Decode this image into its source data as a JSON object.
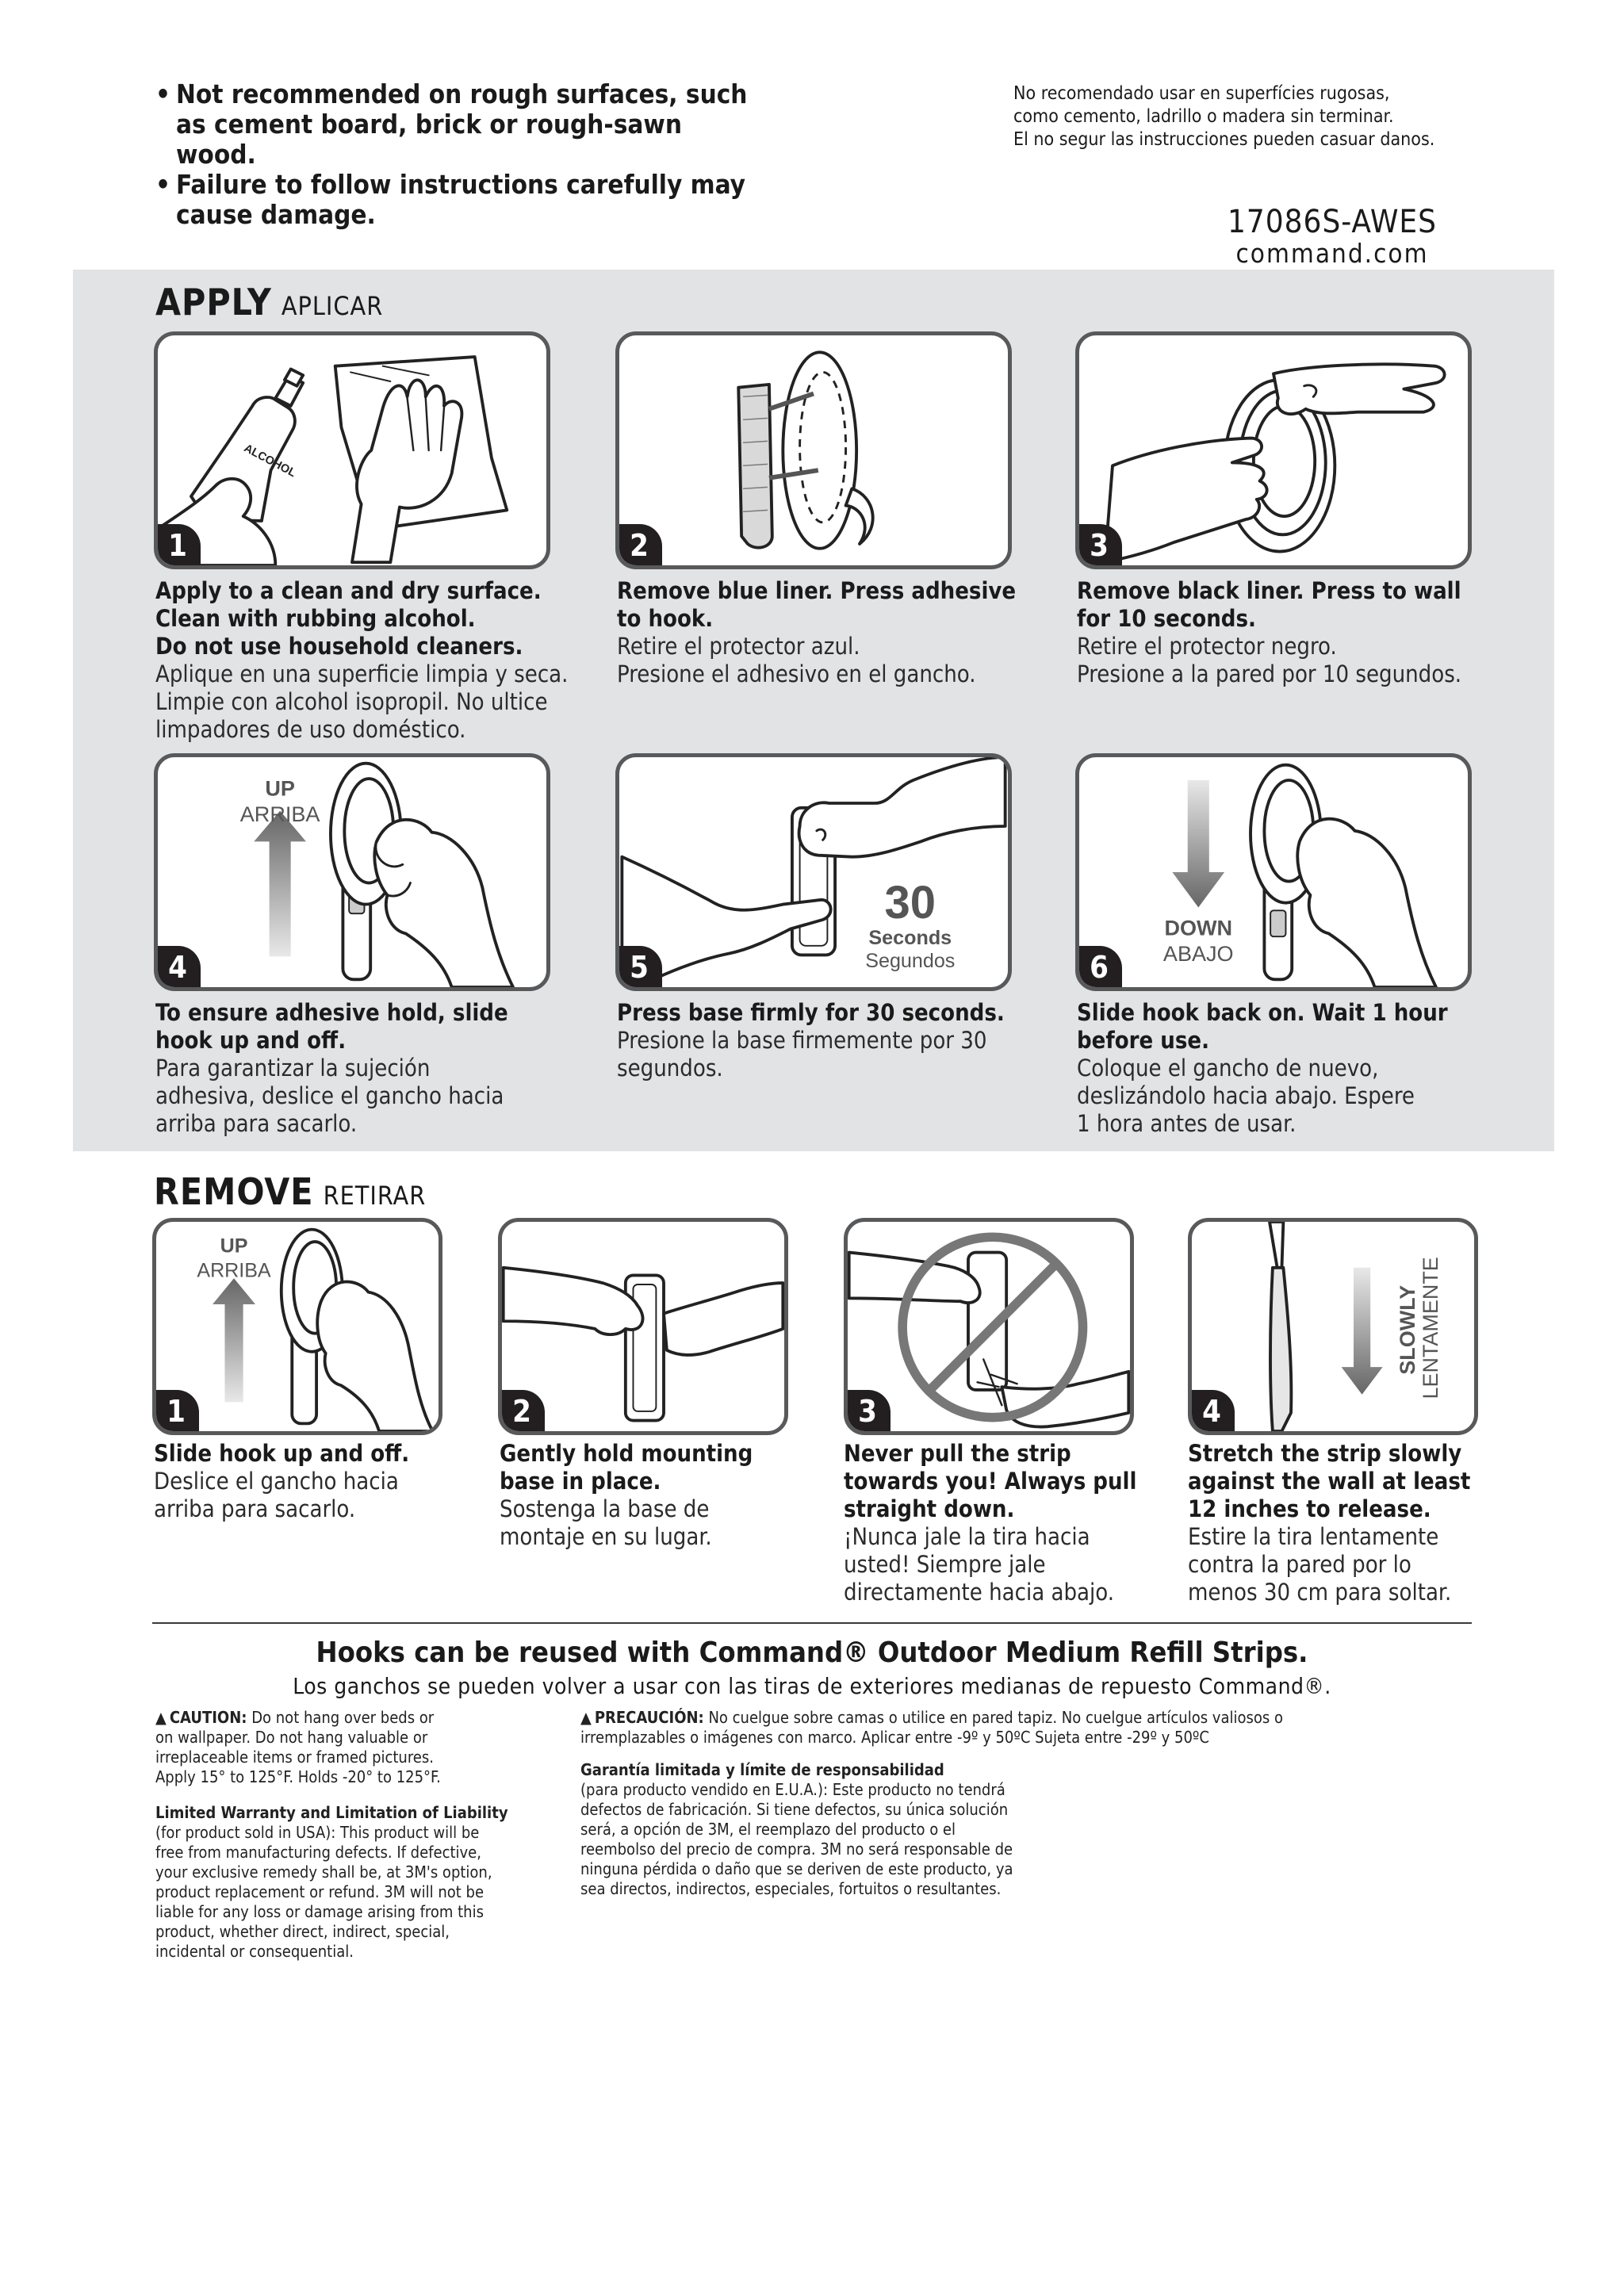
{
  "top": {
    "warnings_en": [
      "Not recommended on rough surfaces, such as cement board, brick or rough-sawn wood.",
      "Failure to follow instructions carefully may cause damage."
    ],
    "warnings_es": [
      "No recomendado usar en superfícies rugosas,",
      "como cemento, ladrillo o madera sin terminar.",
      "El no segur las instrucciones pueden casuar danos."
    ],
    "sku": "17086S-AWES",
    "site": "command.com"
  },
  "apply": {
    "title": "APPLY",
    "subtitle": "APLICAR",
    "steps": [
      {
        "num": "1",
        "en": [
          "Apply to a clean and dry surface.",
          "Clean with rubbing alcohol.",
          "Do not use household cleaners."
        ],
        "es": [
          "Aplique en una superficie limpia y seca.",
          "Limpie con alcohol isopropil. No ultice",
          "limpadores de uso doméstico."
        ],
        "bottle_label": "ALCOHOL"
      },
      {
        "num": "2",
        "en": [
          "Remove blue liner. Press adhesive",
          "to hook."
        ],
        "es": [
          "Retire el protector azul.",
          "Presione el adhesivo en el gancho."
        ]
      },
      {
        "num": "3",
        "en": [
          "Remove black liner. Press to wall",
          "for 10 seconds."
        ],
        "es": [
          "Retire el protector negro.",
          "Presione a la pared por 10 segundos."
        ]
      },
      {
        "num": "4",
        "en": [
          "To ensure adhesive hold, slide",
          "hook up and off."
        ],
        "es": [
          "Para garantizar la sujeción",
          "adhesiva, deslice el gancho hacia",
          "arriba para sacarlo."
        ],
        "label_en": "UP",
        "label_es": "ARRIBA"
      },
      {
        "num": "5",
        "en": [
          "Press base firmly for 30 seconds."
        ],
        "es": [
          "Presione la base firmemente por 30",
          "segundos."
        ],
        "big": "30",
        "label_en": "Seconds",
        "label_es": "Segundos"
      },
      {
        "num": "6",
        "en": [
          "Slide hook back on. Wait 1 hour",
          "before use."
        ],
        "es": [
          "Coloque el gancho de nuevo,",
          "deslizándolo hacia abajo. Espere",
          "1 hora antes de usar."
        ],
        "label_en": "DOWN",
        "label_es": "ABAJO"
      }
    ]
  },
  "remove": {
    "title": "REMOVE",
    "subtitle": "RETIRAR",
    "steps": [
      {
        "num": "1",
        "en": [
          "Slide hook up and off."
        ],
        "es": [
          "Deslice el gancho hacia",
          "arriba para sacarlo."
        ],
        "label_en": "UP",
        "label_es": "ARRIBA"
      },
      {
        "num": "2",
        "en": [
          "Gently hold mounting",
          "base in place."
        ],
        "es": [
          "Sostenga la base de",
          "montaje en su lugar."
        ]
      },
      {
        "num": "3",
        "en": [
          "Never pull the strip",
          "towards you! Always pull",
          "straight down."
        ],
        "es": [
          "¡Nunca jale la tira hacia",
          "usted! Siempre jale",
          "directamente hacia abajo."
        ]
      },
      {
        "num": "4",
        "en": [
          "Stretch the strip slowly",
          "against the wall at least",
          "12 inches to release."
        ],
        "es": [
          "Estire la tira lentamente",
          "contra la pared por lo",
          "menos 30 cm para soltar."
        ],
        "label_en": "SLOWLY",
        "label_es": "LENTAMENTE"
      }
    ]
  },
  "footer": {
    "reuse_en": "Hooks can be reused with Command® Outdoor Medium Refill Strips.",
    "reuse_es": "Los ganchos se pueden volver a usar con las tiras de exteriores medianas de repuesto Command®.",
    "caution_label": "CAUTION:",
    "caution_lines": [
      "Do not hang over beds or",
      "on wallpaper. Do not hang valuable or",
      "irreplaceable items or framed pictures.",
      "Apply 15° to 125°F. Holds -20° to 125°F."
    ],
    "warranty_title": "Limited Warranty and Limitation of Liability",
    "warranty_lines": [
      "(for product sold in USA): This product will be",
      "free from manufacturing defects. If defective,",
      "your exclusive remedy shall be, at 3M's option,",
      "product replacement or refund. 3M will not be",
      "liable for any loss or damage arising from this",
      "product, whether direct, indirect, special,",
      "incidental or consequential."
    ],
    "precaucion_label": "PRECAUCIÓN:",
    "precaucion_lines": [
      "No cuelgue sobre camas o utilice en pared tapiz. No cuelgue artículos valiosos o",
      "irremplazables o imágenes con marco. Aplicar entre -9º y 50ºC Sujeta entre -29º y 50ºC"
    ],
    "garantia_title": "Garantía limitada y límite de responsabilidad",
    "garantia_lines": [
      "(para producto vendido en E.U.A.): Este producto no tendrá",
      "defectos de fabricación. Si tiene defectos, su única solución",
      "será, a opción de 3M, el reemplazo del producto o el",
      "reembolso del precio de compra. 3M no será responsable de",
      "ninguna pérdida o daño que se deriven de este producto, ya",
      "sea directos, indirectos, especiales, fortuitos o resultantes."
    ]
  }
}
